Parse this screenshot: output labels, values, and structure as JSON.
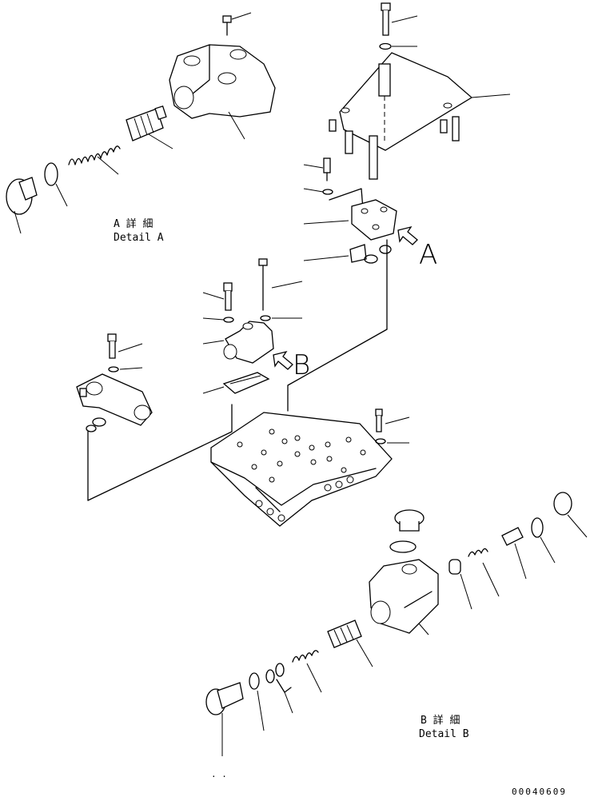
{
  "detail_a": {
    "jp": "A 詳 細",
    "en": "Detail A",
    "marker": "A"
  },
  "detail_b": {
    "jp": "B 詳 細",
    "en": "Detail B",
    "marker": "B"
  },
  "drawing_number": "00040609",
  "stray_marks": ". ."
}
